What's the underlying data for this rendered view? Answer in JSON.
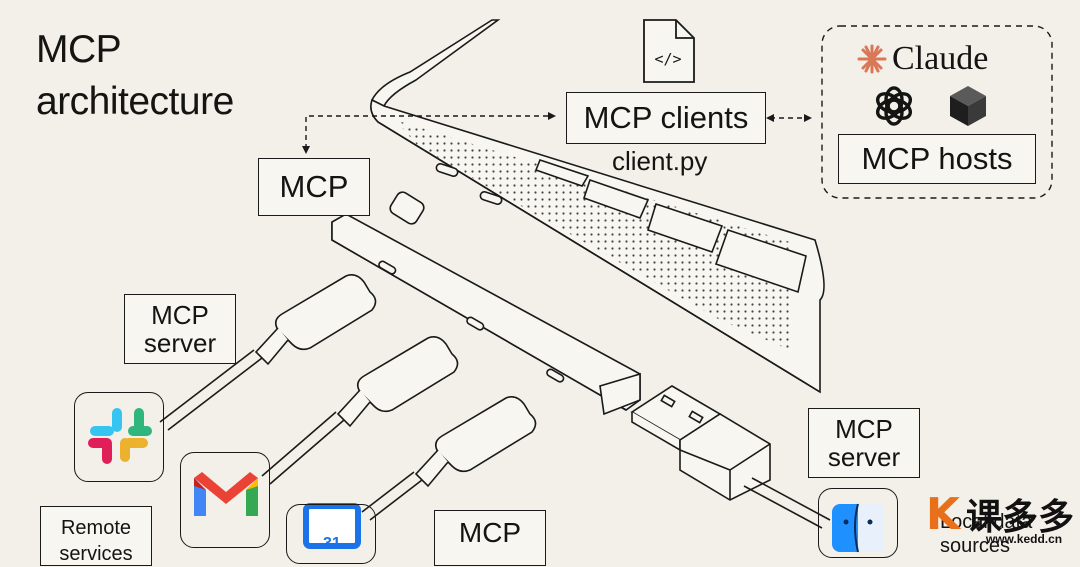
{
  "title": {
    "line1": "MCP",
    "line2": "architecture"
  },
  "labels": {
    "mcp_clients": "MCP clients",
    "client_file": "client.py",
    "mcp_hosts": "MCP hosts",
    "mcp": "MCP",
    "mcp_server_left_1": "MCP",
    "mcp_server_left_2": "server",
    "mcp_server_right_1": "MCP",
    "mcp_server_right_2": "server",
    "remote_services_1": "Remote",
    "remote_services_2": "services",
    "mcp_bottom": "MCP",
    "local_data_1": "Local data",
    "local_data_2": "sources"
  },
  "hosts": {
    "claude": "Claude"
  },
  "file_icon_glyph": "</>",
  "apps": [
    "slack-icon",
    "gmail-icon",
    "google-calendar-icon",
    "finder-icon"
  ],
  "calendar_day": "31",
  "watermark": {
    "mark": "K",
    "text": "课多多",
    "url": "www.kedd.cn"
  },
  "colors": {
    "background": "#f3efe9",
    "claude_accent": "#d97757",
    "watermark_orange": "#e8701a"
  }
}
